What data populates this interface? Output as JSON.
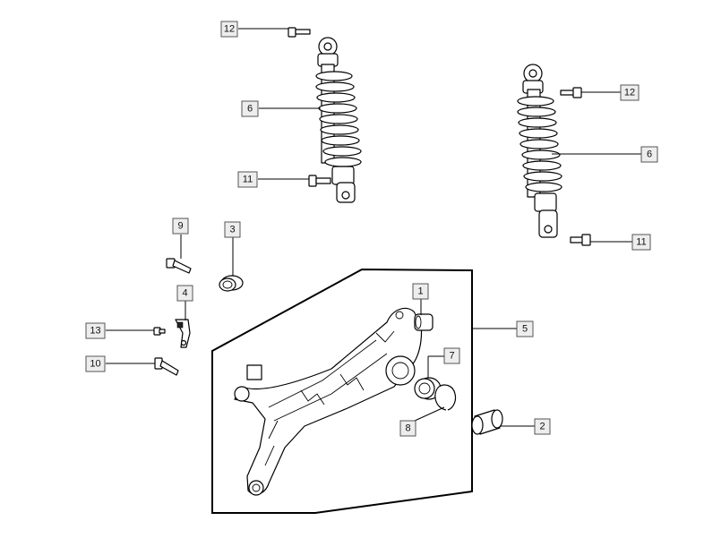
{
  "callouts": {
    "c12a": "12",
    "c6a": "6",
    "c11a": "11",
    "c12b": "12",
    "c6b": "6",
    "c11b": "11",
    "c9": "9",
    "c3": "3",
    "c4": "4",
    "c13": "13",
    "c10": "10",
    "c1": "1",
    "c7": "7",
    "c5": "5",
    "c8": "8",
    "c2": "2"
  }
}
